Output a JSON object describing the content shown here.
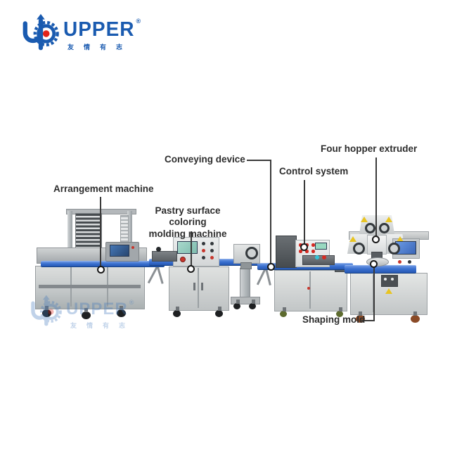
{
  "logo": {
    "brand": "UPPER",
    "registered_mark": "®",
    "tagline": "友情有志",
    "brand_color": "#1a5bb0",
    "dot_color": "#e2231a"
  },
  "watermark": {
    "brand": "UPPER",
    "registered_mark": "®",
    "tagline": "友情有志"
  },
  "callouts": [
    {
      "id": "arrangement-machine",
      "text": "Arrangement machine"
    },
    {
      "id": "pastry-surface-coloring-molding-machine",
      "line1": "Pastry surface coloring",
      "line2": "molding machine"
    },
    {
      "id": "conveying-device",
      "text": "Conveying device"
    },
    {
      "id": "control-system",
      "text": "Control system"
    },
    {
      "id": "four-hopper-extruder",
      "text": "Four hopper extruder"
    },
    {
      "id": "shaping-mold",
      "text": "Shaping mold"
    }
  ],
  "scene": {
    "description": "Automatic pastry production line, left to right",
    "machines": [
      {
        "id": "arrangement-machine",
        "name": "Arrangement machine"
      },
      {
        "id": "pastry-surface-coloring-molding-machine",
        "name": "Pastry surface coloring molding machine"
      },
      {
        "id": "control-system-machine",
        "name": "Control system machine"
      },
      {
        "id": "four-hopper-extruder-machine",
        "name": "Four hopper extruder"
      }
    ],
    "colors": {
      "conveyor_blue": "#3a70cf",
      "machine_light_gray": "#d7d9d8",
      "machine_dark_gray": "#5d6266",
      "label_text": "#2d2d2d",
      "leader_line": "#3a3a3a",
      "warning_yellow": "#e8c422"
    }
  }
}
